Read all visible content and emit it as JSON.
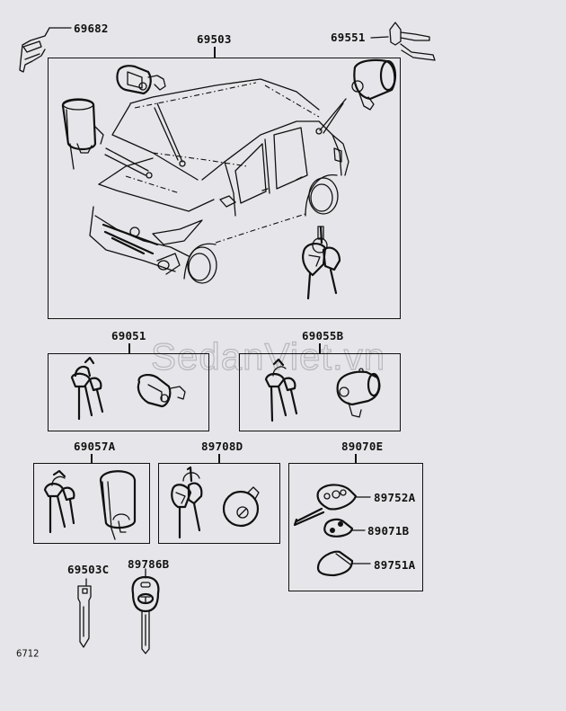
{
  "diagram": {
    "type": "parts-exploded-view",
    "subject": "Lock cylinder & key set",
    "figure_code": "6712",
    "watermark": "SedanViet.vn",
    "parts": {
      "p69682": "69682",
      "p69503": "69503",
      "p69551": "69551",
      "p69051": "69051",
      "p69055B": "69055B",
      "p69057A": "69057A",
      "p89708D": "89708D",
      "p89070E": "89070E",
      "p89752A": "89752A",
      "p89071B": "89071B",
      "p89751A": "89751A",
      "p69503C": "69503C",
      "p89786B": "89786B"
    },
    "groups": [
      {
        "part": "69503",
        "contains": [
          "door lock cylinder",
          "ignition cylinder",
          "door lock cylinder (RH)",
          "key set"
        ]
      },
      {
        "part": "69051",
        "contains": [
          "keys",
          "door lock cylinder"
        ]
      },
      {
        "part": "69055B",
        "contains": [
          "keys",
          "back door lock cylinder"
        ]
      },
      {
        "part": "69057A",
        "contains": [
          "keys",
          "ignition cylinder"
        ]
      },
      {
        "part": "89708D",
        "contains": [
          "transmitter keys",
          "ignition switch"
        ]
      },
      {
        "part": "89070E",
        "contains": [
          "89752A",
          "89071B",
          "89751A"
        ]
      }
    ]
  }
}
